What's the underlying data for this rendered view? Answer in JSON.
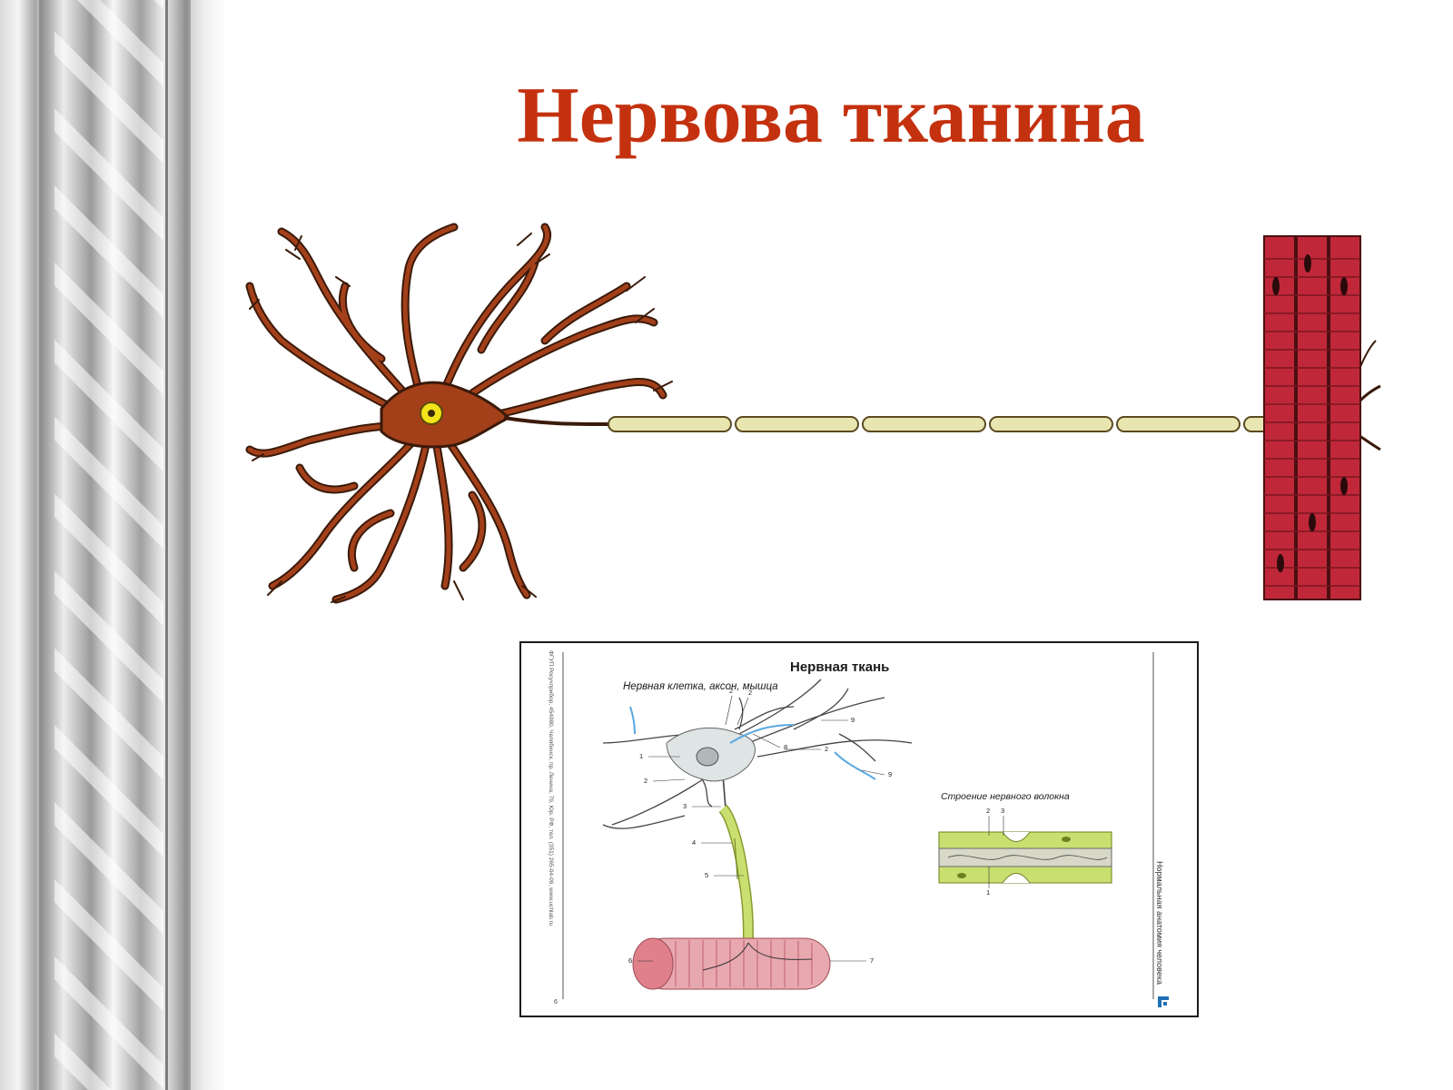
{
  "slide": {
    "title": "Нервова тканина",
    "title_color": "#c4310f",
    "background": "#ffffff"
  },
  "illustration": {
    "icon": "neuron-with-axon-to-muscle-illustration",
    "colors": {
      "dendrite_outline": "#3a1a0a",
      "dendrite_fill": "#a3401a",
      "nucleus": "#f2e21a",
      "axon_fill": "#e8e6b0",
      "muscle_fill": "#c0283a"
    }
  },
  "poster": {
    "title": "Нервная ткань",
    "subtitle": "Нервная клетка, аксон, мышца",
    "fiber_heading": "Строение нервного волокна",
    "publisher": "ФГУП Росучприбор, 454080, Челябинск, пр. Ленина, 79, Юр. РФ, тел. (351) 265-04-09, www.uchlab.ru",
    "atlas_name": "Нормальная анатомия человека",
    "page_number": "6",
    "labels": {
      "n1": "1",
      "n2a": "2",
      "n2b": "2",
      "n2c": "2",
      "n2d": "2",
      "n3": "3",
      "n4": "4",
      "n5": "5",
      "n6": "6",
      "n7": "7",
      "n8": "8",
      "n9a": "9",
      "n9b": "9",
      "f1": "1",
      "f2": "2",
      "f3": "3"
    },
    "colors": {
      "cell_body": "#dfe5e5",
      "myelin": "#c9e070",
      "blue_process": "#5aa9e0",
      "muscle": "#e8a8b0"
    }
  }
}
